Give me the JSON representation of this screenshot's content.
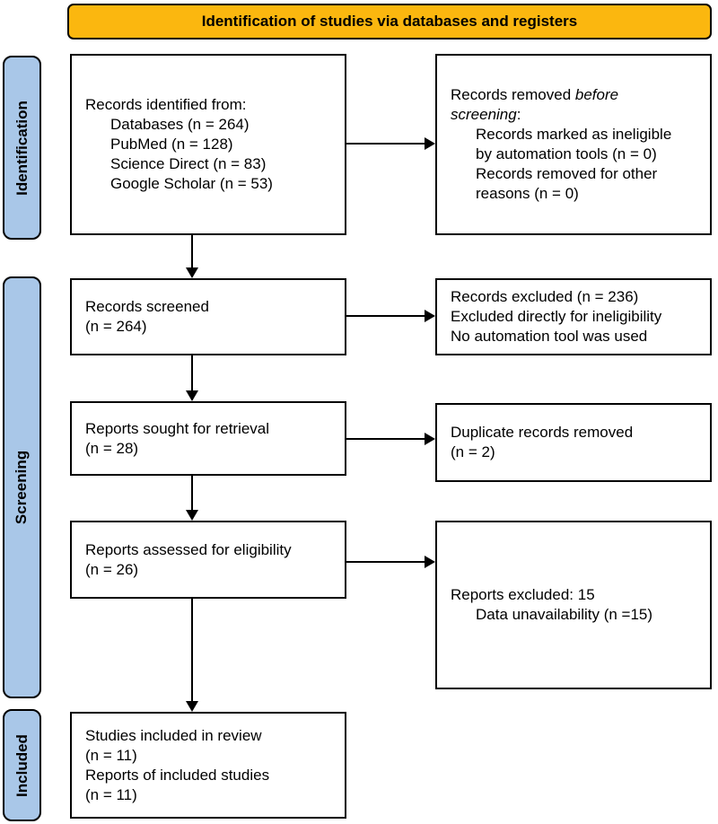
{
  "header": {
    "title": "Identification of studies via databases and registers"
  },
  "stages": {
    "identification": "Identification",
    "screening": "Screening",
    "included": "Included"
  },
  "boxes": {
    "identified": {
      "line1": "Records identified from:",
      "item1": "Databases (n = 264)",
      "item2": "PubMed (n = 128)",
      "item3": "Science Direct (n = 83)",
      "item4": "Google Scholar (n = 53)"
    },
    "removed_before": {
      "line1_normal": "Records removed ",
      "line1_italic": "before",
      "line2_italic": "screening",
      "line2_normal": ":",
      "item1_line1": "Records marked as ineligible",
      "item1_line2": "by automation tools (n = 0)",
      "item2_line1": "Records removed for other",
      "item2_line2": "reasons (n = 0)"
    },
    "screened": {
      "line1": "Records screened",
      "line2": "(n = 264)"
    },
    "records_excluded": {
      "line1": "Records excluded (n = 236)",
      "line2": "Excluded directly for ineligibility",
      "line3": "No automation tool was used"
    },
    "sought": {
      "line1": "Reports sought for retrieval",
      "line2": "(n = 28)"
    },
    "duplicates": {
      "line1": "Duplicate records removed",
      "line2": "(n = 2)"
    },
    "assessed": {
      "line1": "Reports assessed for eligibility",
      "line2": "(n = 26)"
    },
    "reports_excluded": {
      "line1": "Reports excluded: 15",
      "item1": "Data unavailability (n =15)"
    },
    "included": {
      "line1": "Studies included in review",
      "line2": "(n = 11)",
      "line3": "Reports of included studies",
      "line4": "(n = 11)"
    }
  },
  "colors": {
    "header_bg": "#FBB70F",
    "stage_bg": "#A9C7E8",
    "box_border": "#000000",
    "box_bg": "#FFFFFF",
    "arrow": "#000000"
  }
}
